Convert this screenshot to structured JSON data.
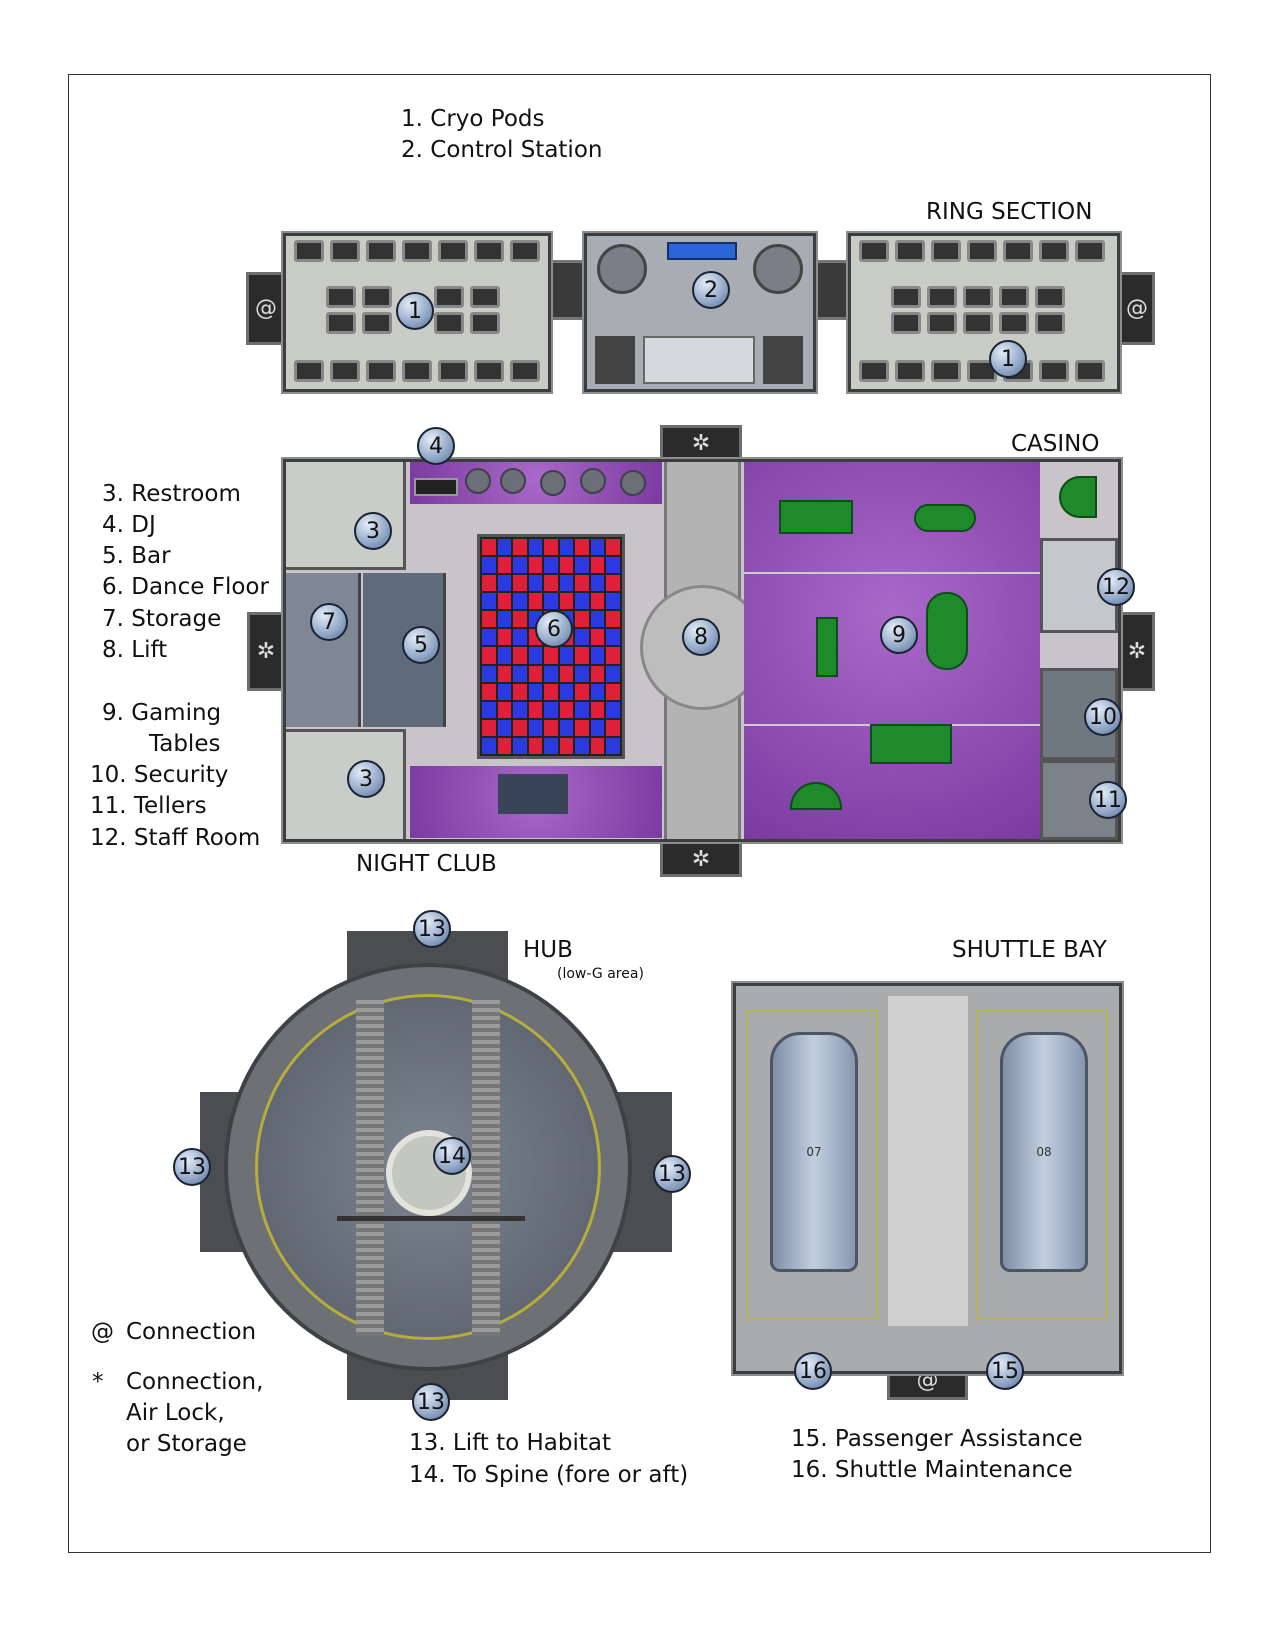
{
  "legend_top": [
    "1. Cryo Pods",
    "2. Control Station"
  ],
  "section_labels": {
    "ring": "RING SECTION",
    "casino": "CASINO",
    "night_club": "NIGHT CLUB",
    "hub": "HUB",
    "hub_note": "(low-G area)",
    "shuttle_bay": "SHUTTLE BAY"
  },
  "legend_left": [
    "3. Restroom",
    "4. DJ",
    "5. Bar",
    "6. Dance Floor",
    "7. Storage",
    "8. Lift",
    "9. Gaming",
    "Tables",
    "10. Security",
    "11. Tellers",
    "12. Staff Room"
  ],
  "legend_symbols": [
    {
      "symbol": "@",
      "lines": [
        "Connection"
      ]
    },
    {
      "symbol": "*",
      "lines": [
        "Connection,",
        "Air Lock,",
        "or Storage"
      ]
    }
  ],
  "legend_hub": [
    "13. Lift to Habitat",
    "14. To Spine (fore or aft)"
  ],
  "legend_shuttle": [
    "15. Passenger Assistance",
    "16. Shuttle Maintenance"
  ],
  "connectors": {
    "at": "@",
    "star": "✲"
  },
  "shuttle_ids": [
    "07",
    "08"
  ],
  "markers": [
    "1",
    "1",
    "2",
    "3",
    "3",
    "4",
    "5",
    "6",
    "7",
    "8",
    "9",
    "10",
    "11",
    "12",
    "13",
    "13",
    "13",
    "13",
    "14",
    "15",
    "16"
  ],
  "colors": {
    "casino": "#8a48b0",
    "dance_red": "#e0203a",
    "dance_blue": "#2a3ae0",
    "marker": "#9fb3d1"
  }
}
